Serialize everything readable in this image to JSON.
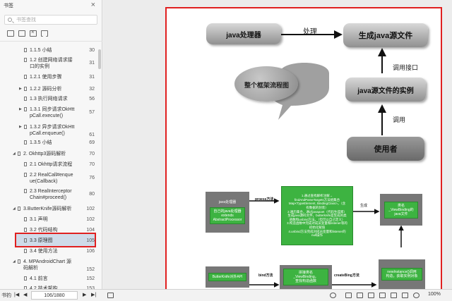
{
  "sidebar": {
    "title": "书签",
    "search_placeholder": "书签查找",
    "tools": [
      "expand-all-icon",
      "collapse-all-icon",
      "add-bookmark-icon",
      "delete-bookmark-icon",
      "bookmark-flag-icon"
    ],
    "items": [
      {
        "label": "1.1.5 小结",
        "page": "30"
      },
      {
        "label": "1.2 创建网络请求接",
        "label2": "口的实例",
        "page": "31"
      },
      {
        "label": "1.2.1 使用步骤",
        "page": "31"
      },
      {
        "label": "1.2.2 源码分析",
        "page": "32"
      },
      {
        "label": "1.3 执行网络请求",
        "page": "56"
      },
      {
        "label": "1.3.1 同步请求OkHtt",
        "label2": "pCall.execute()",
        "page": "57"
      },
      {
        "label": "1.3.2 异步请求OkHtt",
        "label2": "pCall.enqueue()",
        "page": "61"
      },
      {
        "label": "1.3.5 小结",
        "page": "69"
      },
      {
        "label": "2. Okhttp3源码解析",
        "page": "70"
      },
      {
        "label": "2.1 Okhttp请求流程",
        "page": "70"
      },
      {
        "label": "2.2 RealCall#enque",
        "label2": "ue(Callback)",
        "page": "76"
      },
      {
        "label": "2.3 RealInterceptor",
        "label2": "Chain#proceed()",
        "page": "80"
      },
      {
        "label": "3.ButterKnife源码解析",
        "page": "102"
      },
      {
        "label": "3.1 声明",
        "page": "102"
      },
      {
        "label": "3.2 代码结构",
        "page": "104"
      },
      {
        "label": "3.3 原理图",
        "page": "105"
      },
      {
        "label": "3.4 使用方法",
        "page": "106"
      },
      {
        "label": "4. MPAndroidChart 源",
        "label2": "码解析",
        "page": "152"
      },
      {
        "label": "4.1 前言",
        "page": "152"
      },
      {
        "label": "4.2 技术架构",
        "page": "153"
      }
    ]
  },
  "diagram_top": {
    "java_processor": "java处理器",
    "generate_source": "生成java源文件",
    "process_label": "处理",
    "framework_bubble": "整个框架流程图",
    "call_interface_label": "调用接口",
    "source_instance": "java源文件的实例",
    "call_label": "调用",
    "user": "使用者"
  },
  "diagram_bottom": {
    "proc_title": "java处理器",
    "proc_inner": "自己的java处理器\nextends\nAbstractProcessor",
    "process_method": "proess方法",
    "green_text": "1.通过查找解析注解→\nfindAndParseTargets方法组集合\nMap<TypeElement, BindingClass>。（含\n有数据的封装）\n2.遍历集合，通过javapoet（代码生成库）\n生成java源码文件，butterknife是生成的类\n函数和unbind方法。（但可以自己定义）\n3.构造函数中完成对成员变量和listener等的\n初始化赋值\n4.unbind方法完成对成员变量和listener的\nnull操作",
    "generate_label": "生成",
    "class_name_box": "类名\n_ViewBinding的\njava文件",
    "butterknife_api": "ButterKnife对外API",
    "bind_method": "bind方法",
    "concat_box": "拼接类名\n_ViewBinding，\n查找构造函数",
    "create_binding": "createBing方法",
    "new_instance": "newInstance()调用\n构造，获取实例对象"
  },
  "bottombar": {
    "left_label": "书钓",
    "first": "|◀",
    "prev": "◀",
    "page_value": "106/1880",
    "next": "▶",
    "last": "▶|",
    "zoom": "100%"
  },
  "colors": {
    "highlight": "#e02020",
    "green": "#3db341",
    "gray": "#777777"
  }
}
